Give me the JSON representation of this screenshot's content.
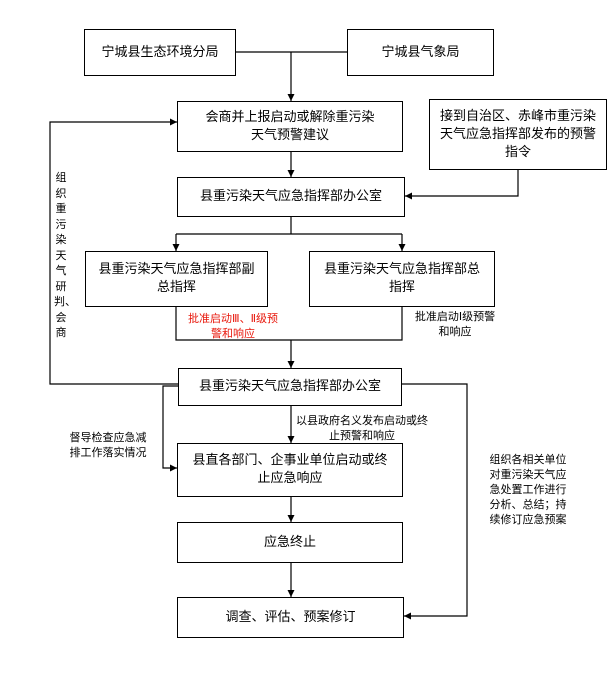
{
  "boxes": {
    "eco_bureau": "宁城县生态环境分局",
    "weather_bureau": "宁城县气象局",
    "consult_report": "会商并上报启动或解除重污染天气预警建议",
    "upper_command": "接到自治区、赤峰市重污染天气应急指挥部发布的预警指令",
    "office_top": "县重污染天气应急指挥部办公室",
    "deputy_chief": "县重污染天气应急指挥部副总指挥",
    "chief": "县重污染天气应急指挥部总指挥",
    "office_bottom": "县重污染天气应急指挥部办公室",
    "departments": "县直各部门、企事业单位启动或终止应急响应",
    "termination": "应急终止",
    "review": "调查、评估、预案修订"
  },
  "notes": {
    "organize_consult": "组织重污染天气研判、会商",
    "approve_level3_2": "批准启动Ⅲ、Ⅱ级预警和响应",
    "approve_level1": "批准启动Ⅰ级预警和响应",
    "county_gov_publish": "以县政府名义发布启动或终止预警和响应",
    "supervise": "督导检查应急减排工作落实情况",
    "analyze_summary": "组织各相关单位对重污染天气应急处置工作进行分析、总结；持续修订应急预案"
  },
  "colors": {
    "line": "#000000",
    "highlight": "#e8170b"
  }
}
